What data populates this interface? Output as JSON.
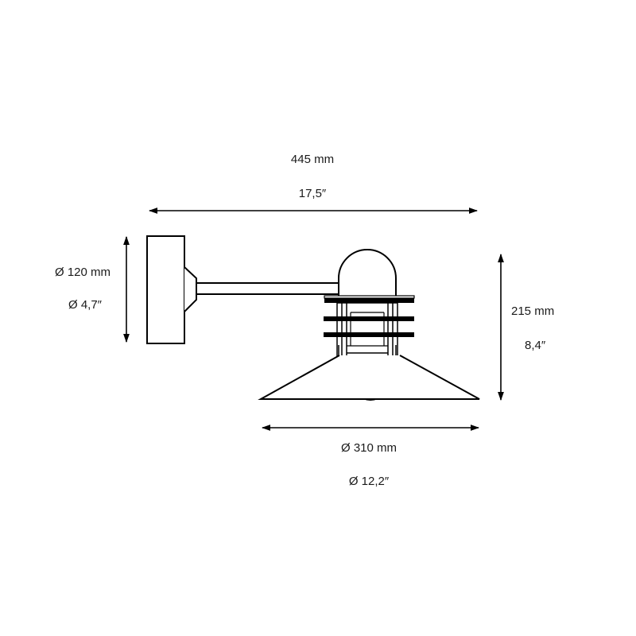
{
  "drawing": {
    "subject": "Wall lamp dimension drawing",
    "line_color": "#000000",
    "background": "#ffffff"
  },
  "dimensions": {
    "overall_width": {
      "metric": "445 mm",
      "imperial": "17,5″"
    },
    "wall_plate_diameter": {
      "metric": "Ø 120 mm",
      "imperial": "Ø 4,7″"
    },
    "height": {
      "metric": "215 mm",
      "imperial": "8,4″"
    },
    "shade_diameter": {
      "metric": "Ø 310 mm",
      "imperial": "Ø 12,2″"
    }
  }
}
